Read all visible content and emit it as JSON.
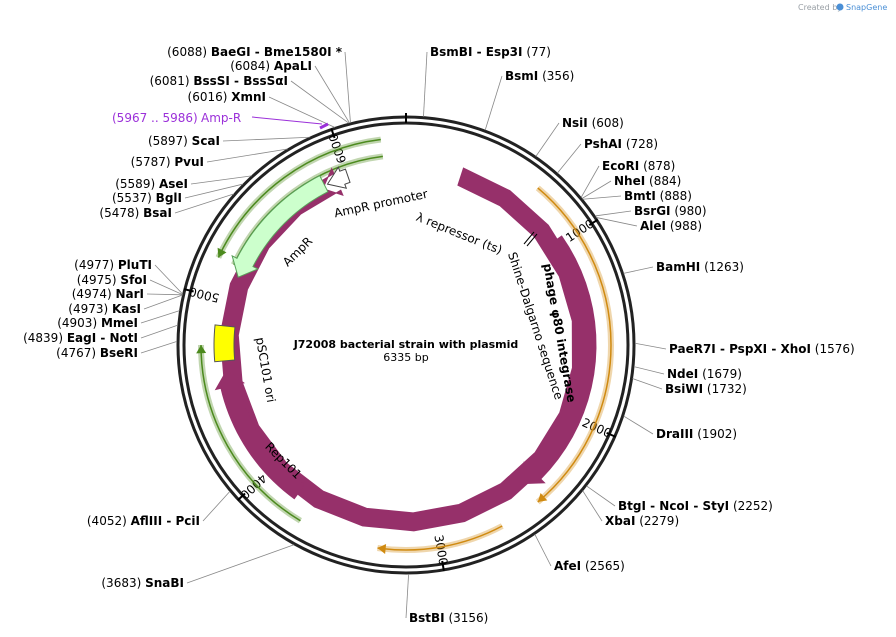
{
  "map": {
    "title": "J72008 bacterial strain with plasmid",
    "size_label": "6335 bp",
    "total_bp": 6335
  },
  "watermark": {
    "created_by": "Created by",
    "brand": "SnapGene"
  },
  "ticks": [
    {
      "bp": 1000,
      "label": "1000"
    },
    {
      "bp": 2000,
      "label": "2000"
    },
    {
      "bp": 3000,
      "label": "3000"
    },
    {
      "bp": 4000,
      "label": "4000"
    },
    {
      "bp": 5000,
      "label": "5000"
    },
    {
      "bp": 6000,
      "label": "6000"
    }
  ],
  "sites": [
    {
      "name": "BsmBI",
      "extra": "Esp3I",
      "pos": "(77)",
      "bp": 77
    },
    {
      "name": "BsmI",
      "extra": "",
      "pos": "(356)",
      "bp": 356
    },
    {
      "name": "NsiI",
      "extra": "",
      "pos": "(608)",
      "bp": 608
    },
    {
      "name": "PshAI",
      "extra": "",
      "pos": "(728)",
      "bp": 728
    },
    {
      "name": "EcoRI",
      "extra": "",
      "pos": "(878)",
      "bp": 878
    },
    {
      "name": "NheI",
      "extra": "",
      "pos": "(884)",
      "bp": 884
    },
    {
      "name": "BmtI",
      "extra": "",
      "pos": "(888)",
      "bp": 888
    },
    {
      "name": "BsrGI",
      "extra": "",
      "pos": "(980)",
      "bp": 980
    },
    {
      "name": "AleI",
      "extra": "",
      "pos": "(988)",
      "bp": 988
    },
    {
      "name": "BamHI",
      "extra": "",
      "pos": "(1263)",
      "bp": 1263
    },
    {
      "name": "PaeR7I",
      "extra": "PspXI - XhoI",
      "pos": "(1576)",
      "bp": 1576
    },
    {
      "name": "NdeI",
      "extra": "",
      "pos": "(1679)",
      "bp": 1679
    },
    {
      "name": "BsiWI",
      "extra": "",
      "pos": "(1732)",
      "bp": 1732
    },
    {
      "name": "DraIII",
      "extra": "",
      "pos": "(1902)",
      "bp": 1902
    },
    {
      "name": "BtgI",
      "extra": "NcoI - StyI",
      "pos": "(2252)",
      "bp": 2252
    },
    {
      "name": "XbaI",
      "extra": "",
      "pos": "(2279)",
      "bp": 2279
    },
    {
      "name": "AfeI",
      "extra": "",
      "pos": "(2565)",
      "bp": 2565
    },
    {
      "name": "BstBI",
      "extra": "",
      "pos": "(3156)",
      "bp": 3156
    },
    {
      "name": "SnaBI",
      "extra": "",
      "pos": "(3683)",
      "bp": 3683
    },
    {
      "name": "AflIII",
      "extra": "PciI",
      "pos": "(4052)",
      "bp": 4052
    },
    {
      "name": "BseRI",
      "extra": "",
      "pos": "(4767)",
      "bp": 4767
    },
    {
      "name": "EagI",
      "extra": "NotI",
      "pos": "(4839)",
      "bp": 4839
    },
    {
      "name": "MmeI",
      "extra": "",
      "pos": "(4903)",
      "bp": 4903
    },
    {
      "name": "KasI",
      "extra": "",
      "pos": "(4973)",
      "bp": 4973
    },
    {
      "name": "NarI",
      "extra": "",
      "pos": "(4974)",
      "bp": 4974
    },
    {
      "name": "SfoI",
      "extra": "",
      "pos": "(4975)",
      "bp": 4975
    },
    {
      "name": "PluTI",
      "extra": "",
      "pos": "(4977)",
      "bp": 4977
    },
    {
      "name": "BsaI",
      "extra": "",
      "pos": "(5478)",
      "bp": 5478
    },
    {
      "name": "BglI",
      "extra": "",
      "pos": "(5537)",
      "bp": 5537
    },
    {
      "name": "AseI",
      "extra": "",
      "pos": "(5589)",
      "bp": 5589
    },
    {
      "name": "PvuI",
      "extra": "",
      "pos": "(5787)",
      "bp": 5787
    },
    {
      "name": "ScaI",
      "extra": "",
      "pos": "(5897)",
      "bp": 5897
    },
    {
      "name": "XmnI",
      "extra": "",
      "pos": "(6016)",
      "bp": 6016
    },
    {
      "name": "BssSI",
      "extra": "BssSαI",
      "pos": "(6081)",
      "bp": 6081
    },
    {
      "name": "ApaLI",
      "extra": "",
      "pos": "(6084)",
      "bp": 6084
    },
    {
      "name": "BaeGI",
      "extra": "Bme1580I *",
      "pos": "(6088)",
      "bp": 6088
    }
  ],
  "primer": {
    "label": "Amp-R",
    "range": "(5967 .. 5986)",
    "color": "#9b30d9"
  },
  "features": [
    {
      "label": "λ repressor (ts)",
      "color": "#96306a",
      "strand": "reverse"
    },
    {
      "label": "phage φ80 integrase",
      "color": "#96306a",
      "strand": "forward"
    },
    {
      "label": "Shine-Dalgarno sequence",
      "color": "#000000",
      "strand": "forward"
    },
    {
      "label": "Rep101",
      "color": "#96306a",
      "strand": "forward"
    },
    {
      "label": "pSC101 ori",
      "color": "#ffff00",
      "strand": "none"
    },
    {
      "label": "AmpR",
      "color": "#ccffcc",
      "strand": "reverse"
    },
    {
      "label": "AmpR promoter",
      "color": "#ffffff",
      "strand": "reverse"
    }
  ],
  "colors": {
    "backbone": "#222222",
    "orf_green": "#4c8a1e",
    "orf_orange": "#d08a10"
  }
}
